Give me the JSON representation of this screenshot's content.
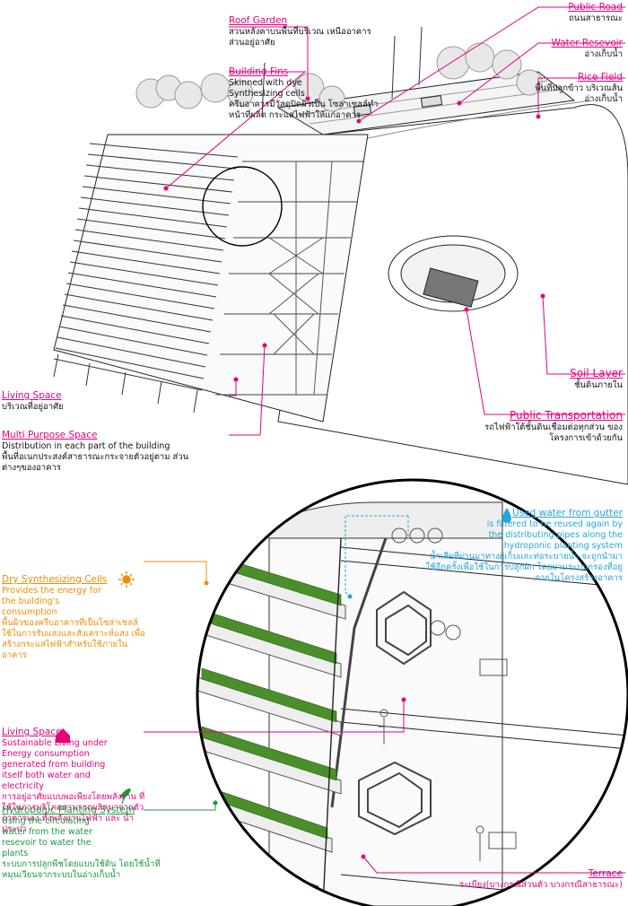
{
  "colors": {
    "pink": "#e5007e",
    "orange": "#f08c00",
    "green": "#1a9a3c",
    "blue": "#23a6dc"
  },
  "labels": {
    "roof_garden": {
      "title": "Roof Garden",
      "th": "สวนหลังคาบนพื้นที่บริเวณ เหนืออาคารส่วนอยู่อาศัย"
    },
    "building_fins": {
      "title": "Building Fins",
      "desc": "Skinned with dye Synthesizing cells",
      "th": "ครีบอาคารมีวัสดุปิดผิวเป็น โซล่าเซลล์ทำหน้าที่ผลิต กระแสไฟฟ้าให้แก่อาคาร"
    },
    "public_road": {
      "title": "Public Road",
      "th": "ถนนสาธารณะ"
    },
    "water_reservoir": {
      "title": "Water Resevoir",
      "th": "อ่างเก็บน้ำ"
    },
    "rice_field": {
      "title": "Rice Field",
      "th": "พื้นที่ปลูกข้าว บริเวณส้นอ่างเก็บน้ำ"
    },
    "soil_layer": {
      "title": "Soil Layer",
      "th": "ชั้นดินภายใน"
    },
    "public_transportation": {
      "title": "Public Transportation",
      "th": "รถไฟฟ้าใต้ชั้นดินเชื่อมต่อทุกส่วน ของโครงการเข้าด้วยกัน"
    },
    "living_space_top": {
      "title": "Living Space",
      "th": "บริเวณที่อยู่อาศัย"
    },
    "multi_purpose": {
      "title": "Multi Purpose Space",
      "desc": "Distribution in each part of the building",
      "th": "พื้นที่อเนกประสงค์สาธารณะกระจายตัวอยู่ตาม ส่วนต่างๆของอาคาร"
    },
    "used_water": {
      "title": "Used water from gutter",
      "desc": "is filtered to be reused again by the distributing pipes along the hydroponic planting system",
      "th": "น้ำเสียที่ผ่านมาทางผู้เก็บและท่อระบายน้ำ จะถูกนำมาใช้อีกครั้งเพื่อใช้ในการปลูกผัก โดยผ่านระบบกรองที่อยู่ภายในโครงสร้างอาคาร"
    },
    "dry_cells": {
      "title": "Dry Synthesizing Cells",
      "desc": "Provides the energy for the building's consumption",
      "th": "พื้นผิวของครีบอาคารที่เป็นโซล่าเซลล์ ใช้ในการรับแสงและสังเคราะห์แสง เพื่อสร้างกระแสไฟฟ้าสำหรับใช้ภายในอาคาร"
    },
    "living_space_bottom": {
      "title": "Living Space",
      "desc": "Sustainable Living under Energy consumption generated from building itself both water and electricity",
      "th": "การอยู่อาศัยแบบพอเพียงโดยพลังงาน ที่ใช้ในการบริโภคสามารถผลิตมาจากตัวอาคารเอง ทั้งพลังงานไฟฟ้า และ น้ำประปา"
    },
    "hydroponic": {
      "title": "Hydroponic Planting System",
      "desc": "Using the circulating water from the water resevoir to water the plants",
      "th": "ระบบการปลูกพืชโดยแบบใช้ดิน โดยใช้น้ำที่หมุนเวียนจากระบบในอ่างเก็บน้ำ"
    },
    "terrace": {
      "title": "Terrace",
      "th": "ระเบียง(บางกรณีส่วนตัว บางกรณีสาธารณะ)"
    }
  }
}
